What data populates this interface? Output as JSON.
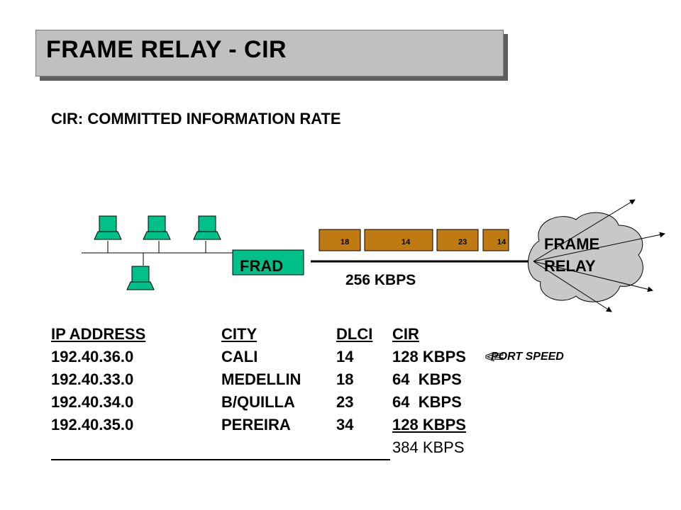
{
  "title": "FRAME RELAY - CIR",
  "subtitle": "CIR: COMMITTED INFORMATION RATE",
  "diagram": {
    "frad_label": "FRAD",
    "frames": [
      "18",
      "14",
      "23",
      "14"
    ],
    "link_speed": "256 KBPS",
    "cloud_label_line1": "FRAME",
    "cloud_label_line2": "RELAY"
  },
  "table": {
    "headers": {
      "ip": "IP ADDRESS",
      "city": "CITY",
      "dlci": "DLCI",
      "cir": "CIR"
    },
    "rows": [
      {
        "ip": "192.40.36.0",
        "city": "CALI",
        "dlci": "14",
        "cir": "128 KBPS"
      },
      {
        "ip": "192.40.33.0",
        "city": "MEDELLIN",
        "dlci": "18",
        "cir": "64  KBPS"
      },
      {
        "ip": "192.40.34.0",
        "city": "B/QUILLA",
        "dlci": "23",
        "cir": "64  KBPS"
      },
      {
        "ip": "192.40.35.0",
        "city": "PEREIRA",
        "dlci": "34",
        "cir": "128 KBPS"
      }
    ],
    "note_symbol": "<=",
    "note_text": "PORT SPEED",
    "total": "384 KBPS"
  },
  "colors": {
    "pc_green": "#00c08a",
    "frame_orange": "#c07a12",
    "cloud_gray": "#c8c8c8",
    "title_box": "#c0c0c0"
  }
}
